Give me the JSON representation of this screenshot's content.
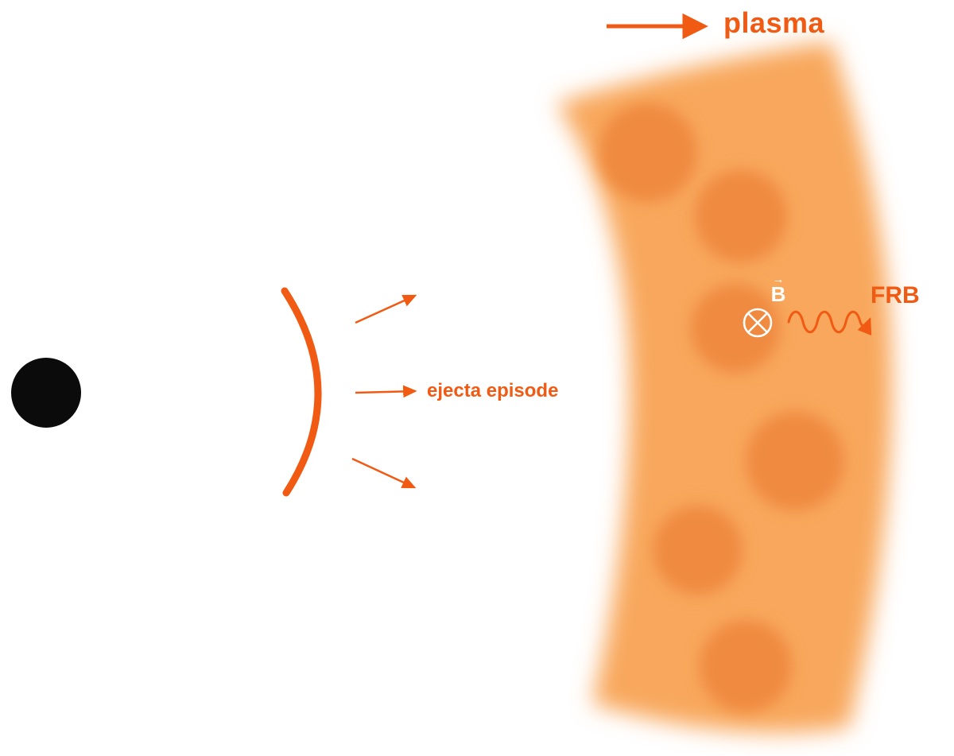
{
  "labels": {
    "plasma": "plasma",
    "ejecta_episode": "ejecta episode",
    "frb": "FRB",
    "b_field": "B",
    "b_vector": "→"
  },
  "colors": {
    "accent_orange": "#F15A13",
    "plasma_band": "#F8A75C",
    "plasma_blob": "#EF8A3F",
    "compact_object_black": "#0B0B0B",
    "b_symbol_white": "#FFFFFF",
    "background": "#FFFFFF"
  }
}
